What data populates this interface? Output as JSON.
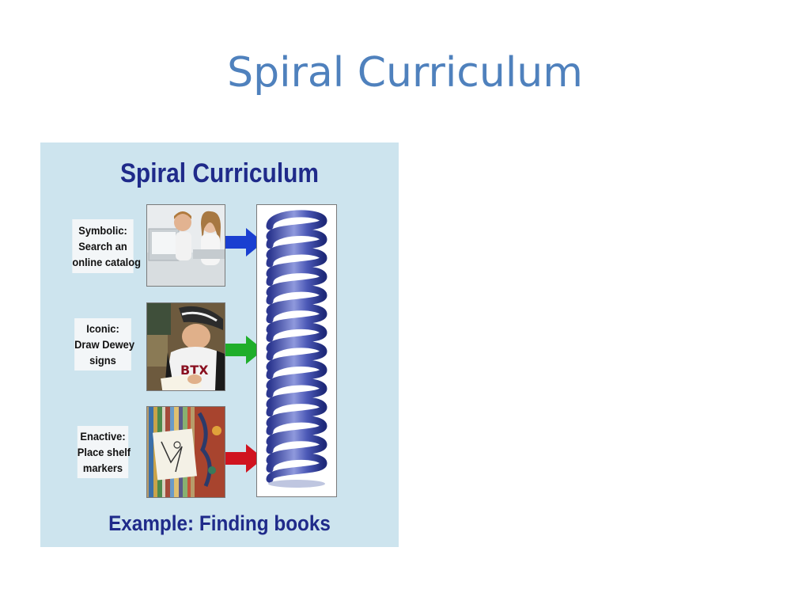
{
  "slide": {
    "title": "Spiral Curriculum"
  },
  "diagram": {
    "title": "Spiral Curriculum",
    "caption": "Example: Finding books",
    "stages": [
      {
        "lines": [
          "Symbolic:",
          "Search an",
          "online catalog"
        ],
        "arrow_color": "#1a3fd1"
      },
      {
        "lines": [
          "Iconic:",
          "Draw Dewey",
          "signs"
        ],
        "arrow_color": "#1fae2a"
      },
      {
        "lines": [
          "Enactive:",
          "Place shelf",
          "markers"
        ],
        "arrow_color": "#d0131f"
      }
    ]
  },
  "colors": {
    "title_blue": "#4f81bd",
    "diagram_bg": "#cde4ee",
    "diagram_text": "#1f2a8a",
    "spiral": "#4a57b5"
  }
}
